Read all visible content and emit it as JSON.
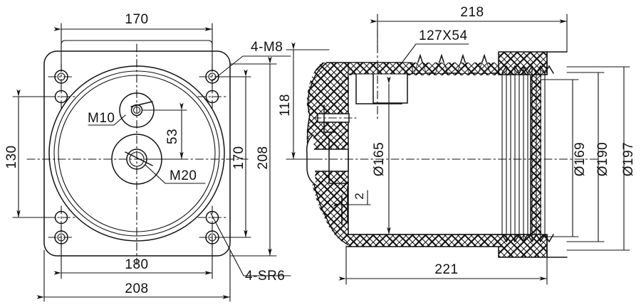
{
  "drawing": {
    "title": "Insulator / bushing assembly outline drawing",
    "background_color": "#ffffff",
    "line_color": "#111111",
    "views": [
      {
        "name": "front-view",
        "description": "Square mounting plate end view with concentric circles and 4 corner holes"
      },
      {
        "name": "section-view",
        "description": "Longitudinal cross-section showing hatched insulator body and threaded/ribbed barrel"
      }
    ]
  },
  "front_view": {
    "dimensions": {
      "top_width": "170",
      "left_height": "130",
      "bottom_inner_width": "180",
      "bottom_outer_width": "208",
      "right_inner_height": "170",
      "right_outer_height": "208",
      "center_offset": "53"
    },
    "callouts": {
      "upper_thread": "M10",
      "center_thread": "M20",
      "corner_thread": "4-M8",
      "corner_radius": "4-SR6"
    }
  },
  "section_view": {
    "dimensions": {
      "top_overall": "218",
      "bottom_overall": "221",
      "left_height": "118",
      "bore_diameter": "Ø165",
      "thread_minor_diameter": "Ø169",
      "thread_major_diameter": "Ø190",
      "outer_diameter": "Ø197",
      "wall_thickness": "2"
    },
    "callouts": {
      "window_opening": "127X54"
    }
  }
}
